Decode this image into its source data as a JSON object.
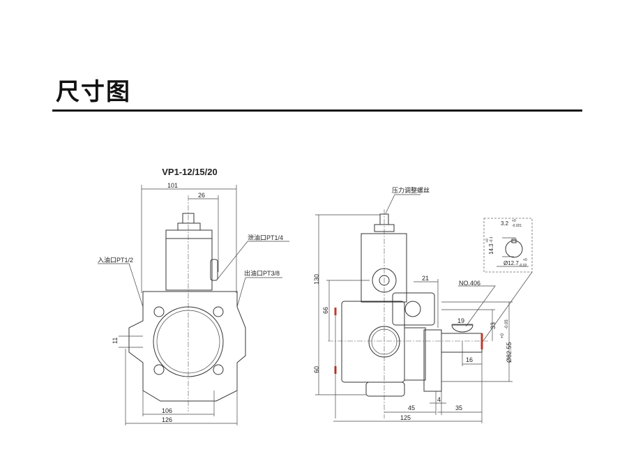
{
  "heading": "尺寸图",
  "model": "VP1-12/15/20",
  "front_view": {
    "dims": {
      "width_total": "101",
      "offset": "26",
      "hole_height": "11",
      "base_inner": "106",
      "base_outer": "126"
    },
    "labels": {
      "inlet": "入油口PT1/2",
      "drain": "泄油口PT1/4",
      "outlet": "出油口PT3/8"
    }
  },
  "side_view": {
    "labels": {
      "pressure_screw": "压力调整螺丝",
      "key": "NO.406"
    },
    "dims": {
      "height": "130",
      "upper": "66",
      "lower": "60",
      "port": "21",
      "key_len": "19",
      "shaft_len": "16",
      "shaft_h": "33",
      "pilot": "Ø82.55",
      "pilot_tol_upper": "+0",
      "pilot_tol_lower": "-0.05",
      "d45": "45",
      "d4": "4",
      "d35": "35",
      "d125": "125"
    },
    "detail": {
      "key_w": "3.2",
      "key_w_tol_u": "+0",
      "key_w_tol_l": "-0.021",
      "key_h": "14.3",
      "key_h_tol_u": "+0",
      "key_h_tol_l": "-0.1",
      "shaft_d": "Ø12.7",
      "shaft_d_tol_u": "+0",
      "shaft_d_tol_l": "-0.02"
    }
  },
  "colors": {
    "accent": "#c0392b",
    "line": "#333333"
  }
}
